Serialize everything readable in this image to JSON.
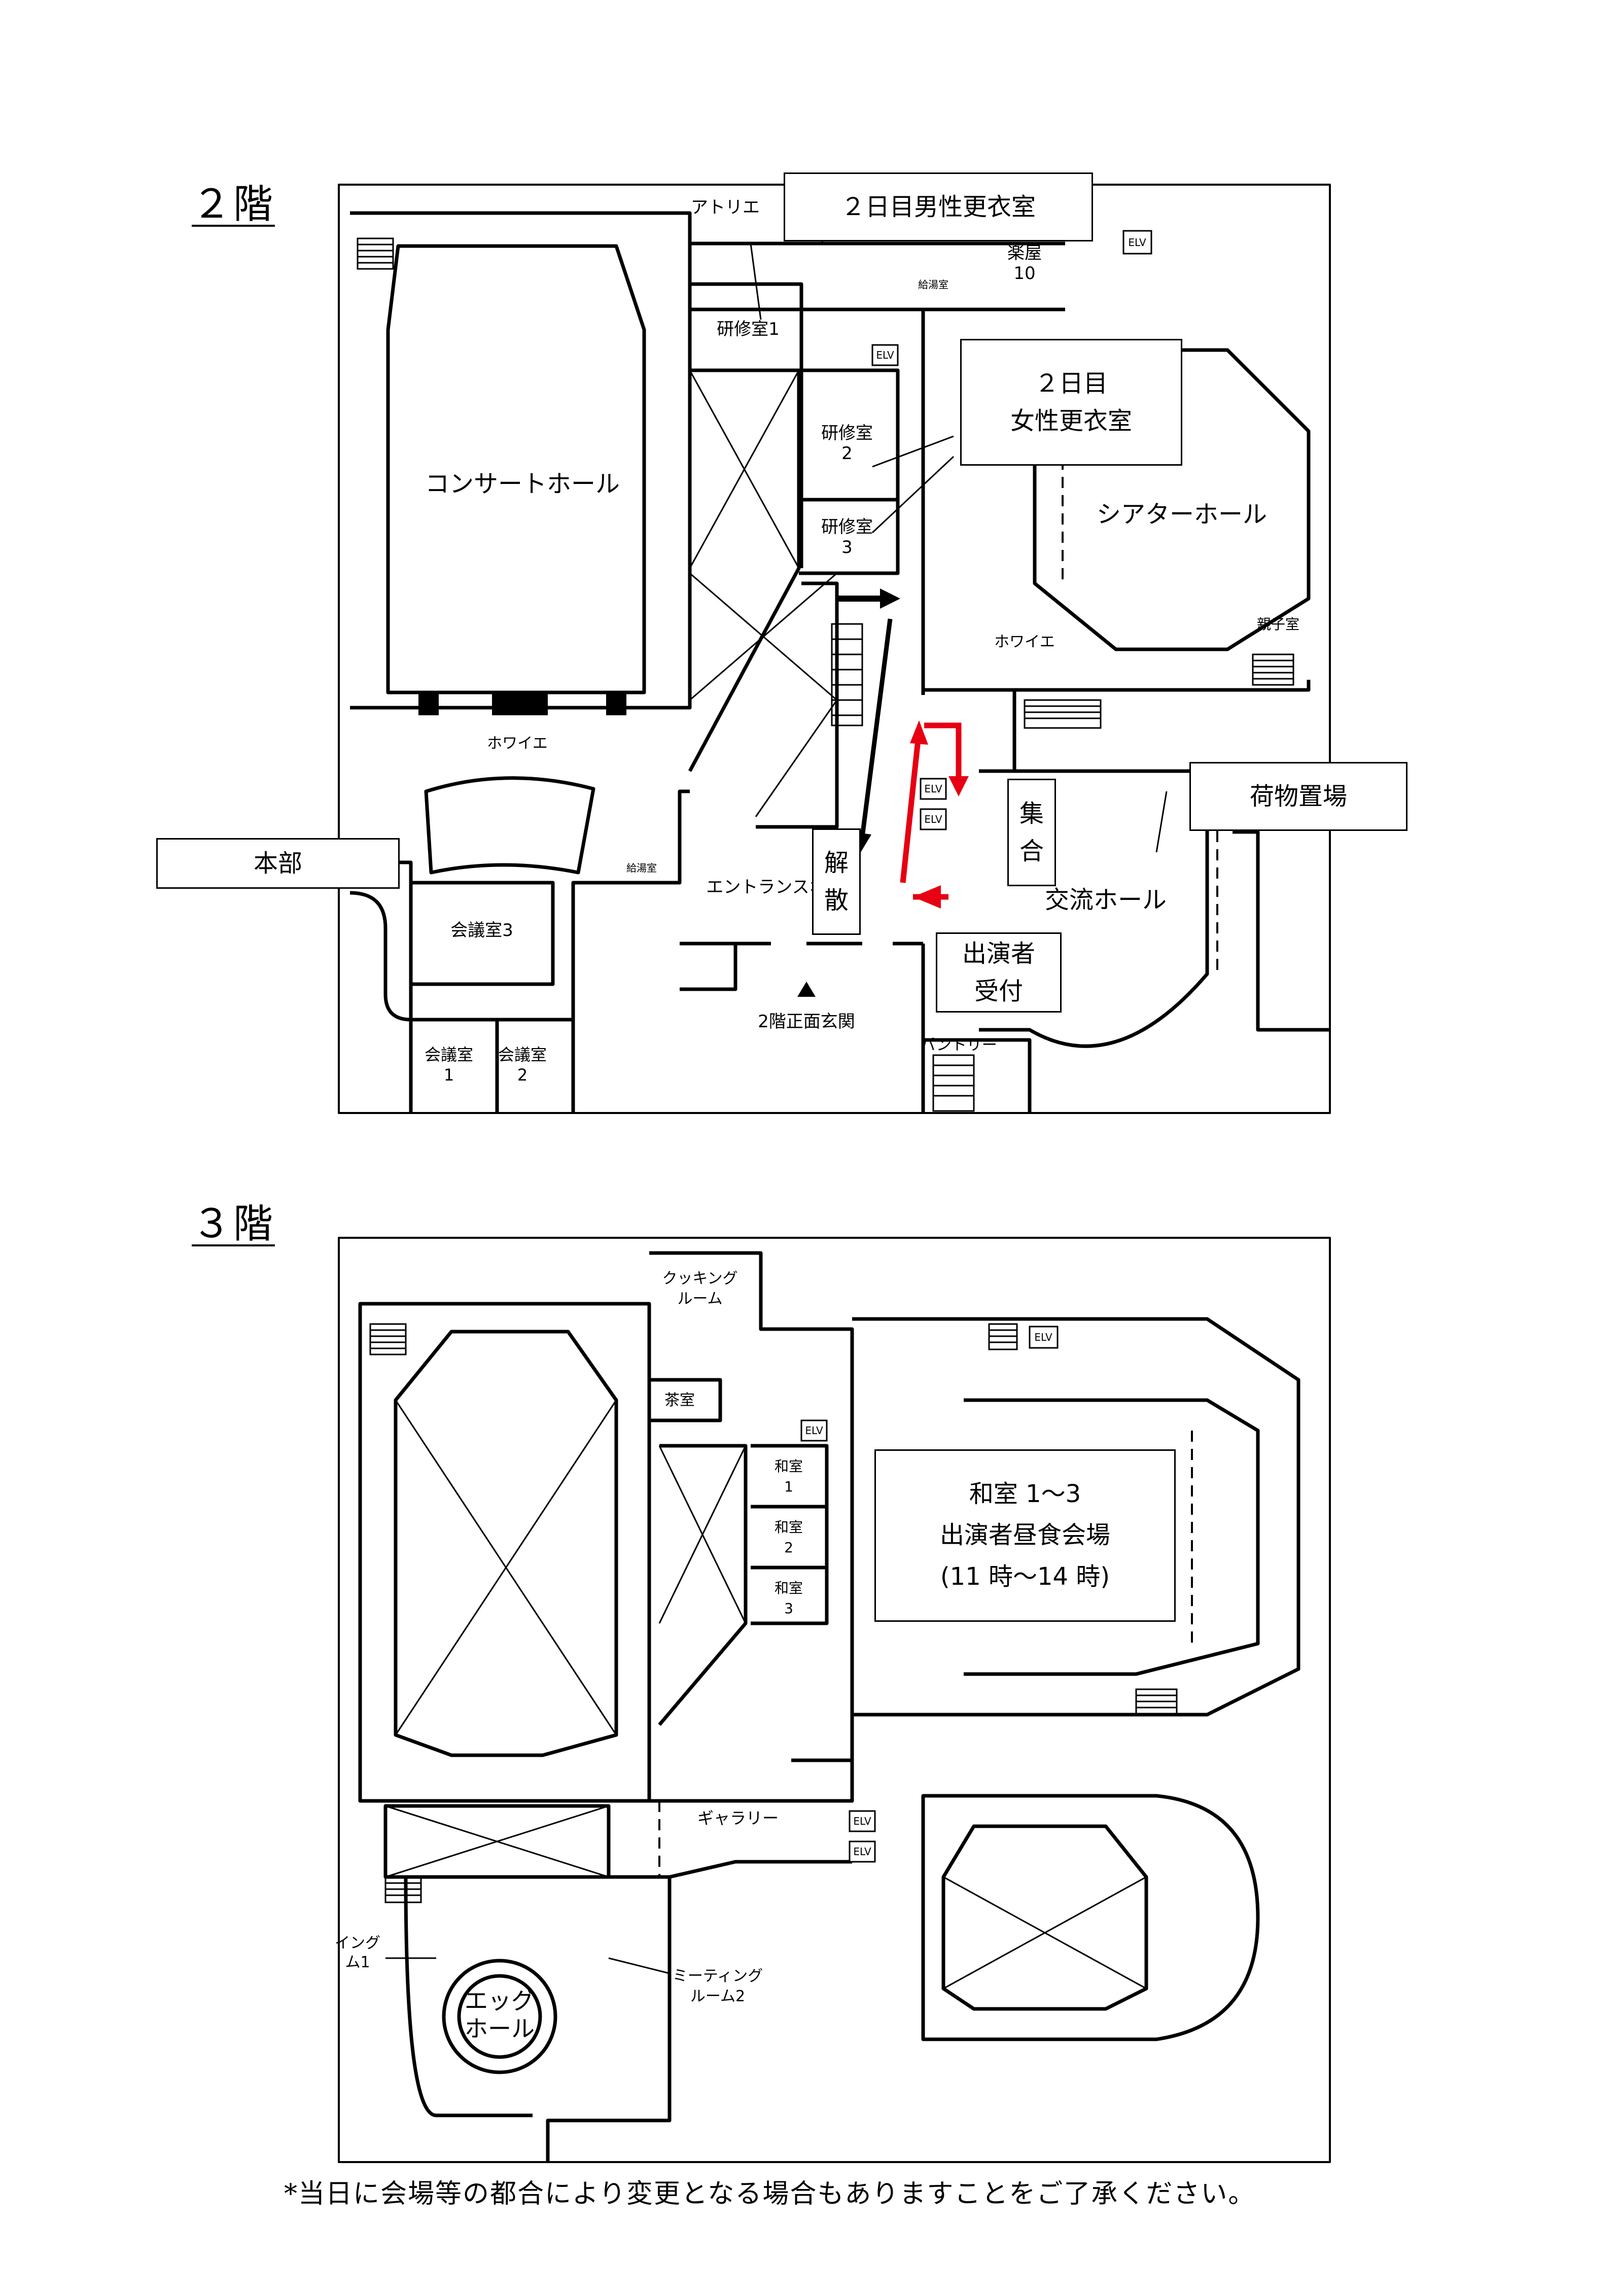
{
  "floor2": {
    "title": "２階",
    "rooms": {
      "atelier": "アトリエ",
      "kenshu1": "研修室1",
      "kenshu2a": "研修室",
      "kenshu2b": "2",
      "kenshu3a": "研修室",
      "kenshu3b": "3",
      "gakuya_a": "楽屋",
      "gakuya_b": "10",
      "kyutoshitsu": "給湯室",
      "kyutoshitsu2": "給湯室",
      "concert_hall": "コンサートホール",
      "theater_hall": "シアターホール",
      "foyer_left": "ホワイエ",
      "foyer_right": "ホワイエ",
      "oyako": "親子室",
      "entrance_hall": "エントランスホール",
      "exchange_hall": "交流ホール",
      "kaigi3": "会議室3",
      "kaigi1a": "会議室",
      "kaigi1b": "1",
      "kaigi2a": "会議室",
      "kaigi2b": "2",
      "main_entrance": "2階正面玄関",
      "pantry": "パントリー",
      "elv": "ELV"
    },
    "callouts": {
      "men_dressing": "２日目男性更衣室",
      "women_line1": "２日目",
      "women_line2": "女性更衣室",
      "luggage": "荷物置場",
      "honbu": "本部",
      "kaisan_1": "解",
      "kaisan_2": "散",
      "shugo_1": "集",
      "shugo_2": "合",
      "reception_1": "出演者",
      "reception_2": "受付"
    },
    "colors": {
      "route_arrow": "#e60012",
      "exit_arrow": "#000000"
    }
  },
  "floor3": {
    "title": "３階",
    "rooms": {
      "cooking_a": "クッキング",
      "cooking_b": "ルーム",
      "chashitsu": "茶室",
      "washitsu1a": "和室",
      "washitsu1b": "1",
      "washitsu2a": "和室",
      "washitsu2b": "2",
      "washitsu3a": "和室",
      "washitsu3b": "3",
      "gallery": "ギャラリー",
      "egg_a": "エッグ",
      "egg_b": "ホール",
      "meeting1a": "イング",
      "meeting1b": "ム1",
      "meeting2a": "ミーティング",
      "meeting2b": "ルーム2",
      "elv": "ELV"
    },
    "callouts": {
      "lunch_line1": "和室 1～3",
      "lunch_line2": "出演者昼食会場",
      "lunch_line3": "(11 時～14 時)"
    }
  },
  "footnote": "*当日に会場等の都合により変更となる場合もありますことをご了承ください。"
}
